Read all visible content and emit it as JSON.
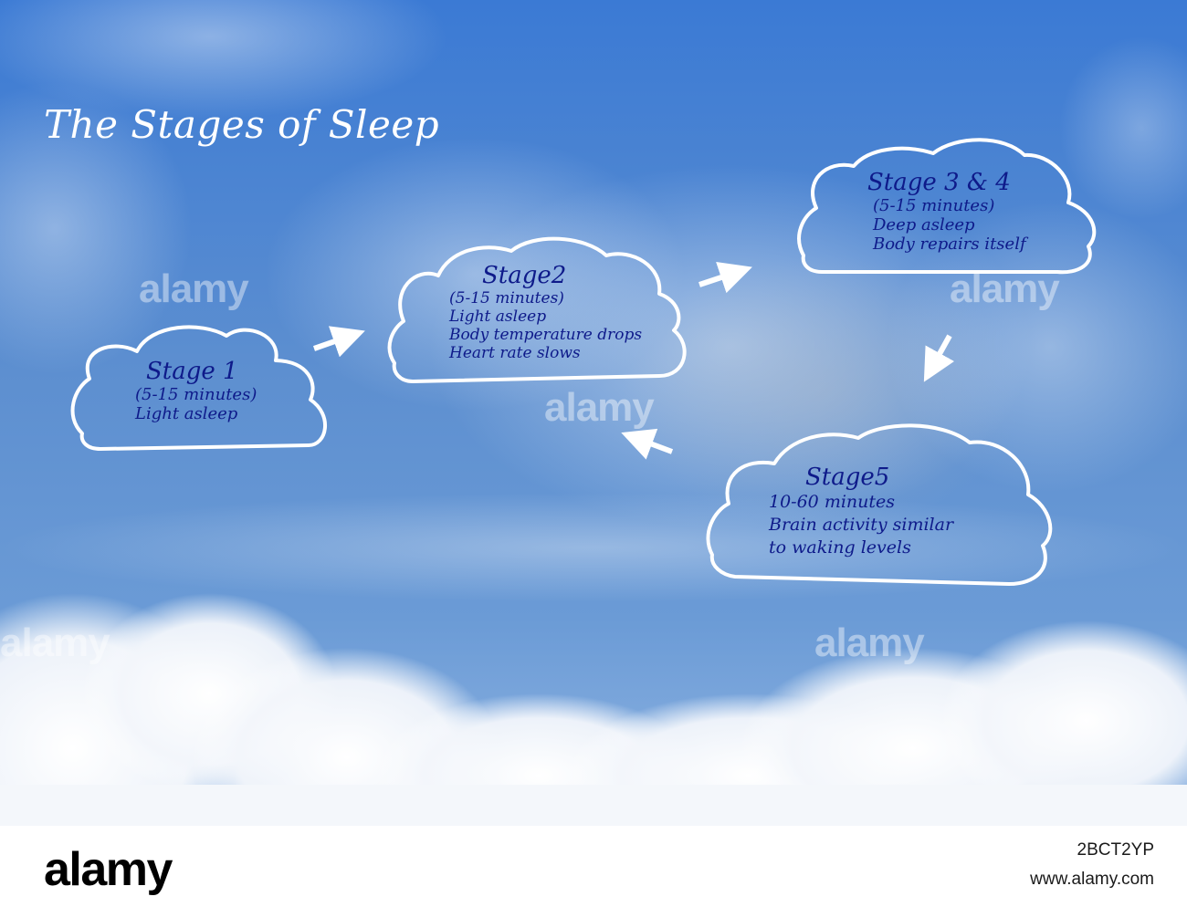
{
  "title": "The Stages of Sleep",
  "stages": [
    {
      "heading": "Stage 1",
      "lines": [
        "(5-15 minutes)",
        "Light asleep"
      ]
    },
    {
      "heading": "Stage2",
      "lines": [
        "(5-15 minutes)",
        "Light asleep",
        "Body temperature drops",
        "Heart rate slows"
      ]
    },
    {
      "heading": "Stage 3 & 4",
      "lines": [
        "(5-15 minutes)",
        "Deep asleep",
        "Body repairs itself"
      ]
    },
    {
      "heading": "Stage5",
      "lines": [
        "10-60 minutes",
        "Brain activity similar",
        "to waking levels"
      ]
    }
  ],
  "watermark": "alamy",
  "footer": {
    "logo": "alamy",
    "image_id": "2BCT2YP",
    "url": "www.alamy.com"
  },
  "colors": {
    "sky_top": "#3f7fd6",
    "sky_mid": "#6f9fd8",
    "cloud_outline": "#ffffff",
    "stage_text": "#0e1a8a"
  }
}
